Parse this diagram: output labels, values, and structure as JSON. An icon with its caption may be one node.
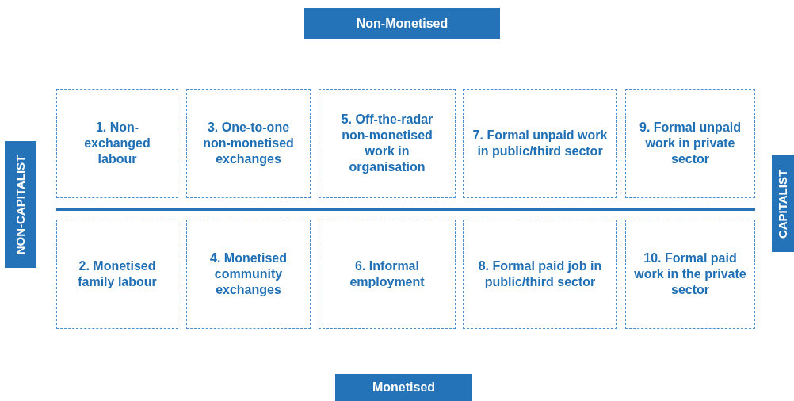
{
  "diagram": {
    "nodes": [
      {
        "text": [
          "Non-Monetised"
        ]
      },
      {
        "text": [
          "NON-CAPITALIST"
        ]
      },
      {
        "text": [
          "CAPITALIST"
        ]
      },
      {
        "text": [
          "1. Non-exchanged labour"
        ]
      },
      {
        "text": [
          "3. One-to-one non-monetised exchanges"
        ]
      },
      {
        "text": [
          "5. Off-the-radar non-monetised work in organisation"
        ]
      },
      {
        "text": [
          "7. Formal unpaid work in public/third sector"
        ]
      },
      {
        "text": [
          "9. Formal unpaid work in private sector"
        ]
      },
      {
        "text": [
          "2. Monetised family labour"
        ]
      },
      {
        "text": [
          "4. Monetised community exchanges"
        ]
      },
      {
        "text": [
          "6. Informal employment"
        ]
      },
      {
        "text": [
          "8. Formal paid job in public/third sector"
        ]
      },
      {
        "text": [
          "10. Formal paid work in the private sector"
        ]
      },
      {
        "text": [
          "Monetised"
        ]
      }
    ]
  }
}
